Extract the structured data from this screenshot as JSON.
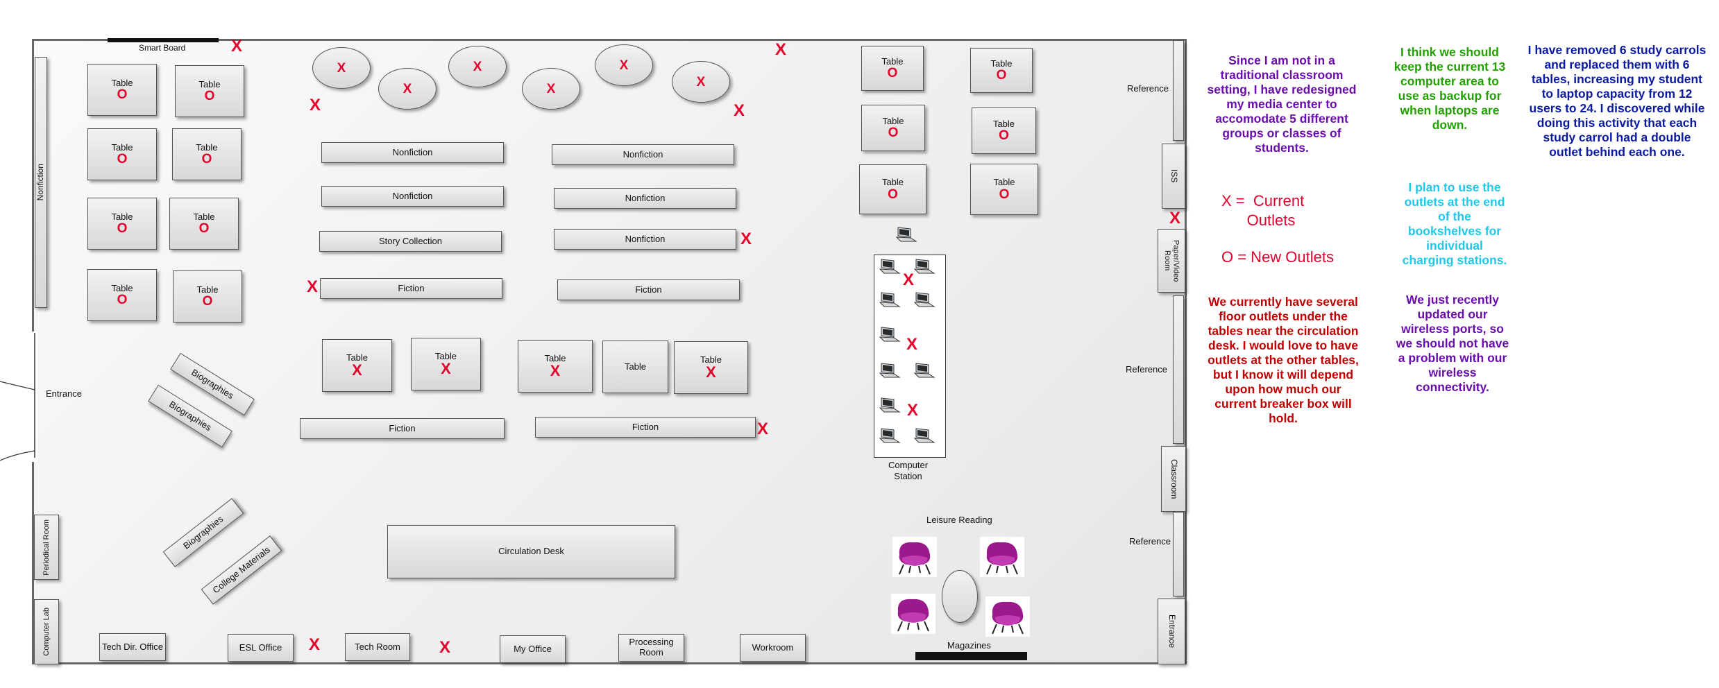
{
  "labels": {
    "table": "Table",
    "mark_o": "O",
    "mark_x": "X",
    "nonfiction": "Nonfiction",
    "fiction": "Fiction",
    "story": "Story Collection",
    "biographies": "Biographies",
    "college": "College Materials",
    "circulation": "Circulation Desk",
    "computer_station": "Computer\nStation",
    "leisure": "Leisure Reading",
    "magazines": "Magazines",
    "smart_board": "Smart Board",
    "reference": "Reference",
    "iss": "ISS",
    "paper_video": "Paper/Video Room",
    "classroom": "Classroom",
    "entrance": "Entrance",
    "periodical": "Periodical Room",
    "computer_lab": "Computer Lab",
    "tech_dir": "Tech Dir. Office",
    "esl": "ESL Office",
    "tech_room": "Tech Room",
    "my_office": "My Office",
    "processing": "Processing Room",
    "workroom": "Workroom"
  },
  "legend": {
    "current": "X =  Current\n      Outlets",
    "new": "O = New Outlets"
  },
  "notes": {
    "redesign": "Since I am not in a traditional classroom setting, I have redesigned my media center to accomodate 5 different groups or classes of students.",
    "floor_outlets": "We currently have several floor outlets under the tables near the circulation desk.  I would love to have outlets at the other tables, but I know it will depend upon how much our current breaker box will hold.",
    "computers": "I think we should keep the current 13 computer area to use as backup for when laptops are down.",
    "outlets_shelves": "I plan to use the outlets at the end of the bookshelves for individual charging stations.",
    "wireless": "We just recently updated our wireless ports, so we should not have a problem with our wireless connectivity.",
    "carrols": "I have removed 6 study carrols and replaced them with 6 tables, increasing my student to laptop capacity from 12 users to 24.  I discovered while doing this activity that each study carrol had a double outlet behind each one."
  },
  "colors": {
    "outlet_mark": "#e4002b",
    "note_purple": "#6a0dad",
    "note_red": "#c00000",
    "note_green": "#22a000",
    "note_cyan": "#1ec8e8",
    "note_blue": "#0a1aa0",
    "chair": "#9a1a8c"
  }
}
